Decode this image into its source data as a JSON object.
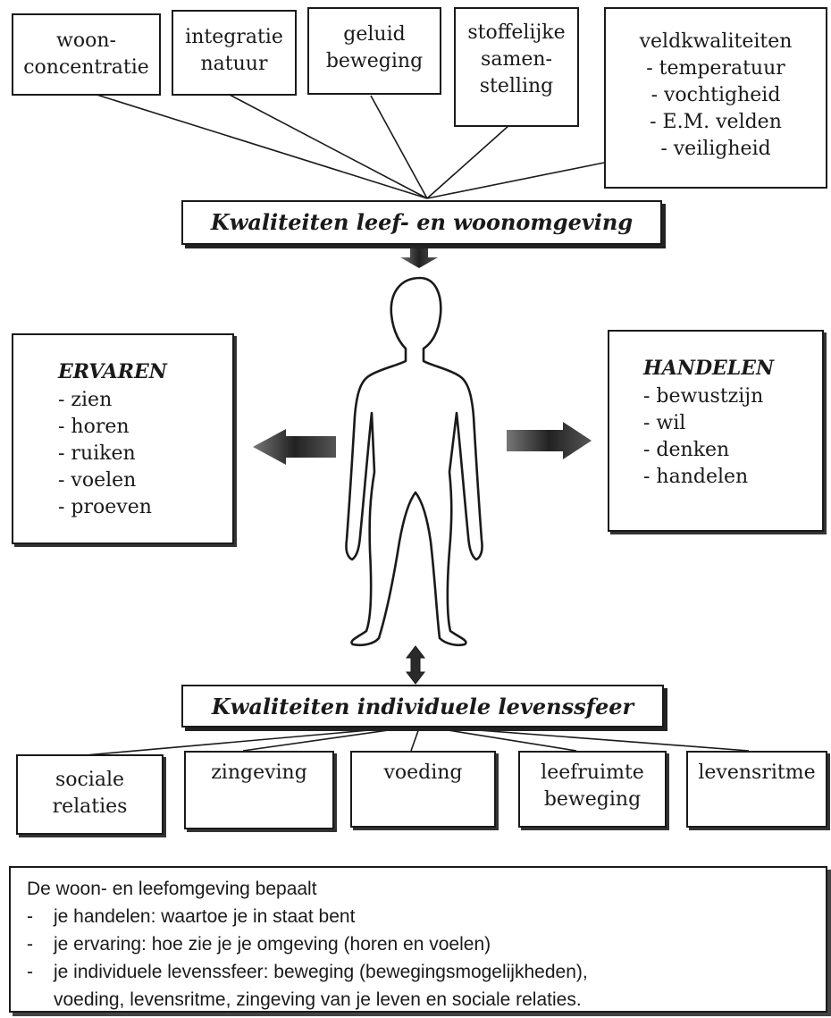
{
  "top_factors": [
    {
      "lines": [
        "woon-",
        "concentratie"
      ]
    },
    {
      "lines": [
        "integratie",
        "natuur"
      ]
    },
    {
      "lines": [
        "geluid",
        "beweging"
      ]
    },
    {
      "lines": [
        "stoffelijke",
        "samen-",
        "stelling"
      ]
    },
    {
      "lines": [
        "veldkwaliteiten",
        "- temperatuur",
        "- vochtigheid",
        "- E.M. velden",
        "- veiligheid"
      ]
    }
  ],
  "living_environment_banner": "Kwaliteiten leef- en woonomgeving",
  "experience": {
    "heading": "ERVAREN",
    "items": [
      "- zien",
      "- horen",
      "- ruiken",
      "- voelen",
      "- proeven"
    ]
  },
  "action": {
    "heading": "HANDELEN",
    "items": [
      "- bewustzijn",
      "- wil",
      "- denken",
      "- handelen"
    ]
  },
  "individual_banner": "Kwaliteiten individuele levenssfeer",
  "bottom_factors": [
    {
      "lines": [
        "sociale",
        "relaties"
      ]
    },
    {
      "lines": [
        "zingeving"
      ]
    },
    {
      "lines": [
        "voeding"
      ]
    },
    {
      "lines": [
        "leefruimte",
        "beweging"
      ]
    },
    {
      "lines": [
        "levensritme"
      ]
    }
  ],
  "note": {
    "intro": "De woon- en leefomgeving bepaalt",
    "bullets": [
      {
        "dash": "-",
        "text": "je handelen: waartoe je in staat bent"
      },
      {
        "dash": "-",
        "text": "je ervaring: hoe zie je je omgeving (horen en voelen)"
      },
      {
        "dash": "-",
        "text": "je individuele levenssfeer: beweging (bewegingsmogelijkheden),"
      }
    ],
    "continuation": "voeding, levensritme, zingeving van je leven en sociale relaties."
  }
}
